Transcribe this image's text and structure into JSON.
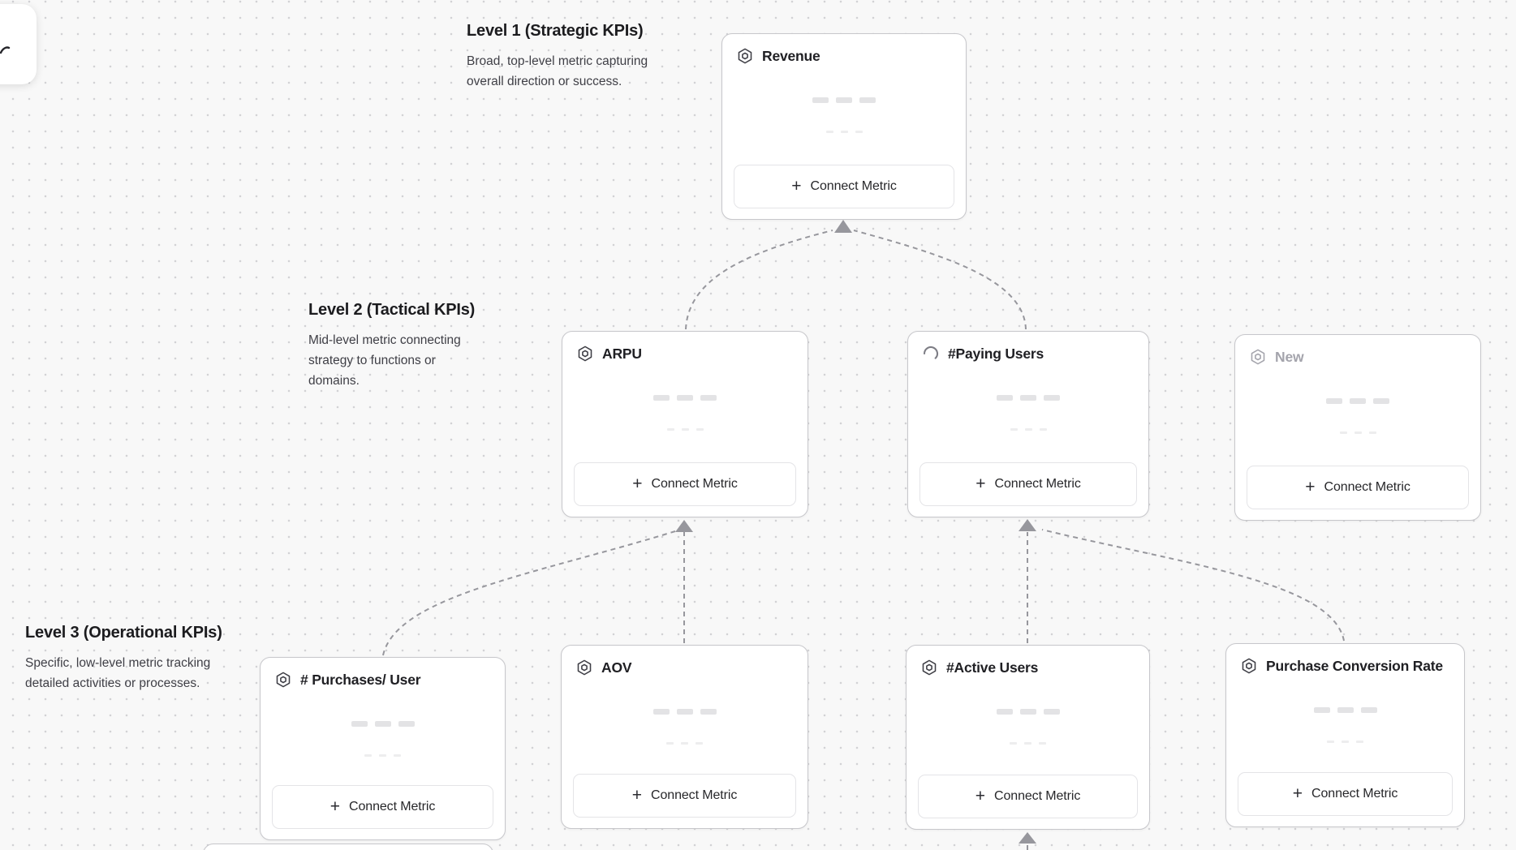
{
  "labels": {
    "connect_metric": "Connect Metric",
    "plus": "+"
  },
  "levels": [
    {
      "title": "Level 1 (Strategic KPIs)",
      "description": "Broad, top-level metric capturing overall direction or success."
    },
    {
      "title": "Level 2 (Tactical KPIs)",
      "description": "Mid-level metric connecting strategy to functions or domains."
    },
    {
      "title": "Level 3 (Operational KPIs)",
      "description": "Specific, low-level metric tracking detailed activities or processes."
    }
  ],
  "cards": [
    {
      "title": "Revenue",
      "icon": "hexagon-metric-icon",
      "level": 1
    },
    {
      "title": "ARPU",
      "icon": "hexagon-metric-icon",
      "level": 2
    },
    {
      "title": "#Paying Users",
      "icon": "spinner-icon",
      "level": 2
    },
    {
      "title": "New",
      "icon": "hexagon-metric-icon",
      "level": 2,
      "muted": true
    },
    {
      "title": "# Purchases/ User",
      "icon": "hexagon-metric-icon",
      "level": 3
    },
    {
      "title": "AOV",
      "icon": "hexagon-metric-icon",
      "level": 3
    },
    {
      "title": "#Active Users",
      "icon": "hexagon-metric-icon",
      "level": 3
    },
    {
      "title": "Purchase Conversion Rate",
      "icon": "hexagon-metric-icon",
      "level": 3
    }
  ],
  "colors": {
    "connector": "#97979d",
    "card_border": "#c7c7cb",
    "muted_text": "#a4a4ac",
    "title_text": "#202024",
    "canvas_bg": "#f8f8f8"
  }
}
